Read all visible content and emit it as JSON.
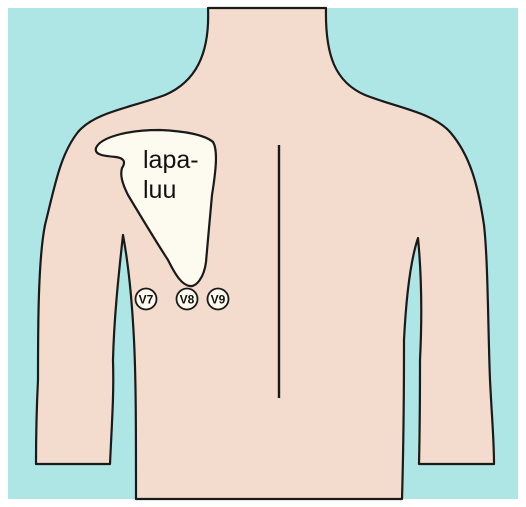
{
  "colors": {
    "background": "#aee6e6",
    "skin": "#f3dccd",
    "scapula": "#fdfaf0",
    "outline": "#1a1a1a",
    "frame": "#ffffff"
  },
  "scapula": {
    "label_line1": "lapa-",
    "label_line2": "luu"
  },
  "electrodes": [
    {
      "label": "V7"
    },
    {
      "label": "V8"
    },
    {
      "label": "V9"
    }
  ]
}
